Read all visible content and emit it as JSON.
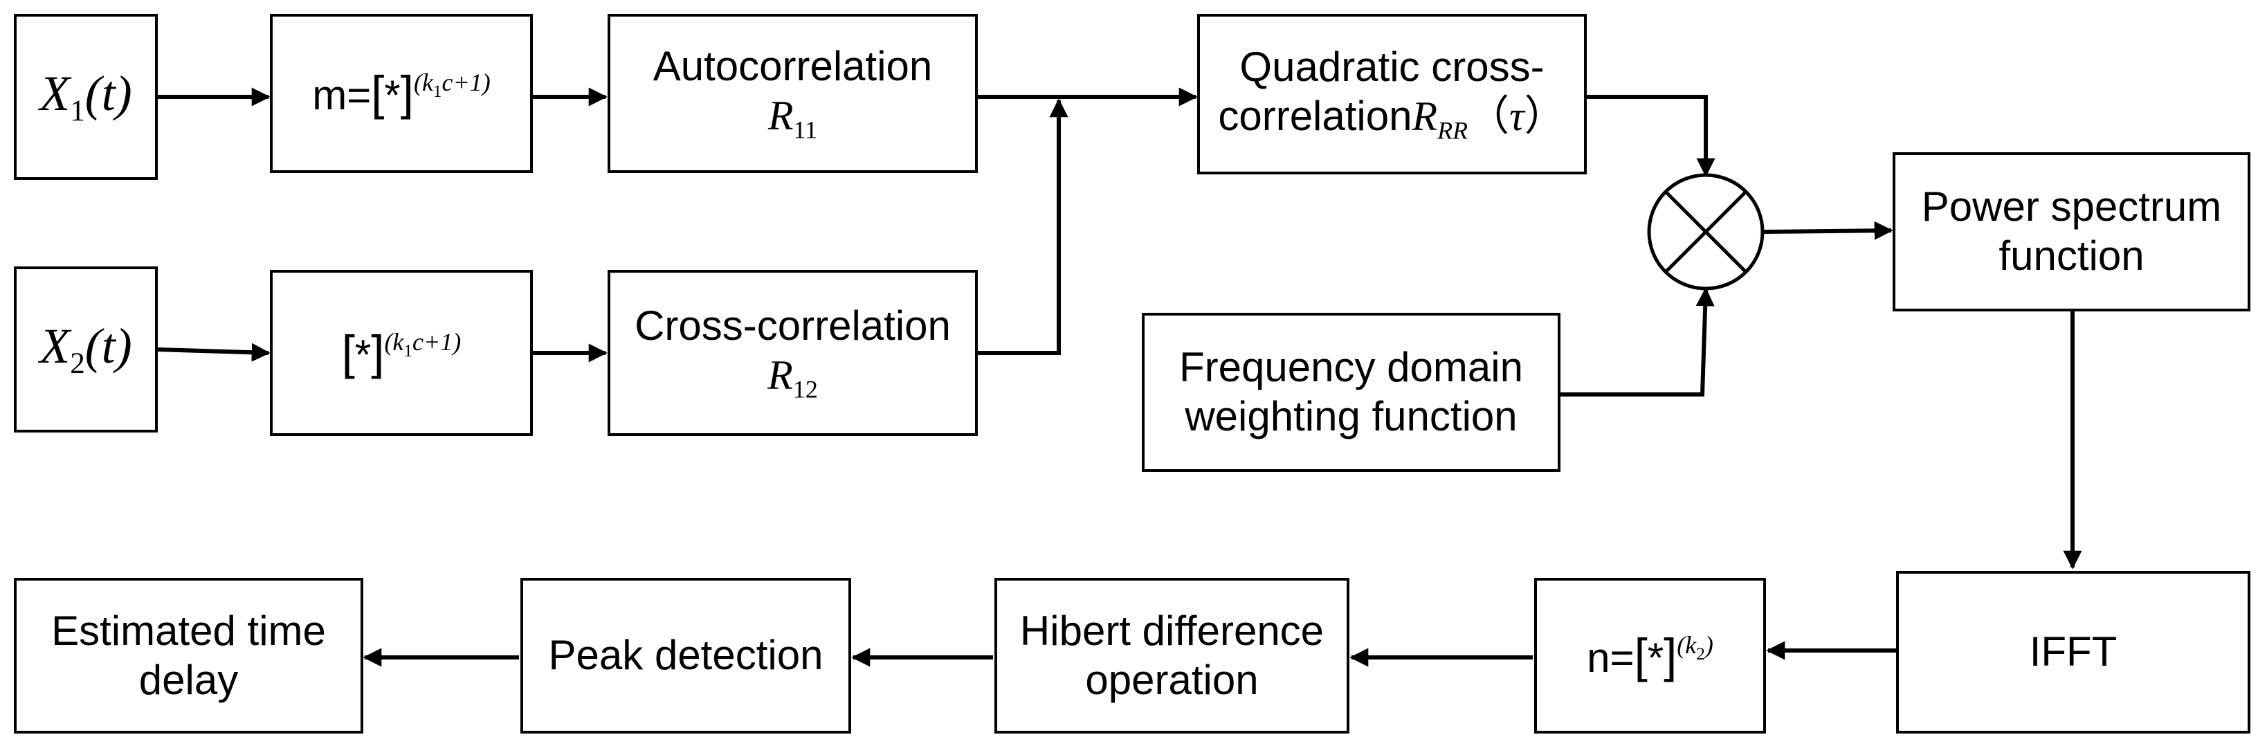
{
  "diagram": {
    "blocks": {
      "x1": {
        "var": "X",
        "sub": "1",
        "arg": "(t)"
      },
      "x2": {
        "var": "X",
        "sub": "2",
        "arg": "(t)"
      },
      "power1": {
        "prefix": "m=",
        "open": "[",
        "star": "*",
        "close": "]",
        "exp": "(k",
        "exp_sub": "1",
        "exp_tail": "c+1)"
      },
      "power2": {
        "prefix": "",
        "open": "[",
        "star": "*",
        "close": "]",
        "exp": "(k",
        "exp_sub": "1",
        "exp_tail": "c+1)"
      },
      "autocorrelation": {
        "label": "Autocorrelation",
        "var": "R",
        "sub": "11"
      },
      "crosscorrelation": {
        "label": "Cross-correlation",
        "var": "R",
        "sub": "12"
      },
      "quadratic": {
        "line1": "Quadratic cross-",
        "line2": "correlation",
        "var": "R",
        "sub": "RR",
        "arg_open": "（",
        "arg": "τ",
        "arg_close": "）"
      },
      "weighting": {
        "line1": "Frequency domain",
        "line2": "weighting function"
      },
      "power_spectrum": {
        "line1": "Power spectrum",
        "line2": "function"
      },
      "ifft": {
        "label": "IFFT"
      },
      "power3": {
        "prefix": "n=",
        "open": "[",
        "star": "*",
        "close": "]",
        "exp": "(k",
        "exp_sub": "2",
        "exp_tail": ")"
      },
      "hilbert": {
        "line1": "Hibert difference",
        "line2": "operation"
      },
      "peak": {
        "label": "Peak detection"
      },
      "estimate": {
        "line1": "Estimated time",
        "line2": "delay"
      }
    }
  }
}
